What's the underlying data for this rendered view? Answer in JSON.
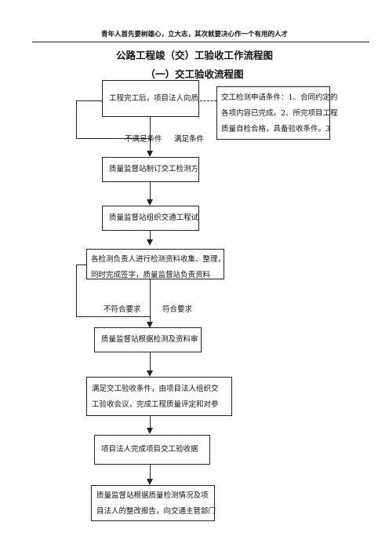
{
  "header": {
    "motto": "青年人首先要树雄心，立大志，其次就要决心作一个有用的人才"
  },
  "doc": {
    "title": "公路工程竣（交）工验收工作流程图",
    "subtitle": "（一）交工验收流程图"
  },
  "flow": {
    "step1": "工程完工后，项目法人向质",
    "note_line1": "交工检测申请条件：1、合同约定的",
    "note_line2": "各项内容已完成。2、所完项目工程",
    "note_line3": "质量自检合格，具备验收条件。3",
    "branch1_fail": "不满足条件",
    "branch1_pass": "满足条件",
    "step2": "质量监督站制订交工检测方",
    "step3": "质量监督站组织交通工程试",
    "step4_line1": "各检测负责人进行检测资料收集、整理，",
    "step4_line2": "同时完成签字，质量监督站负责资料",
    "branch2_fail": "不符合要求",
    "branch2_pass": "符合要求",
    "step5": "质量监督站根据检测及资料审",
    "step6_line1": "满足交工验收条件，由项目法人组织交",
    "step6_line2": "工验收会议，完成工程质量评定和对参",
    "step7": "项目法人完成项目交工验收据",
    "step8_line1": "质量监督站根据质量检测情况及项",
    "step8_line2": "目法人的整改报告，向交通主管部门"
  }
}
